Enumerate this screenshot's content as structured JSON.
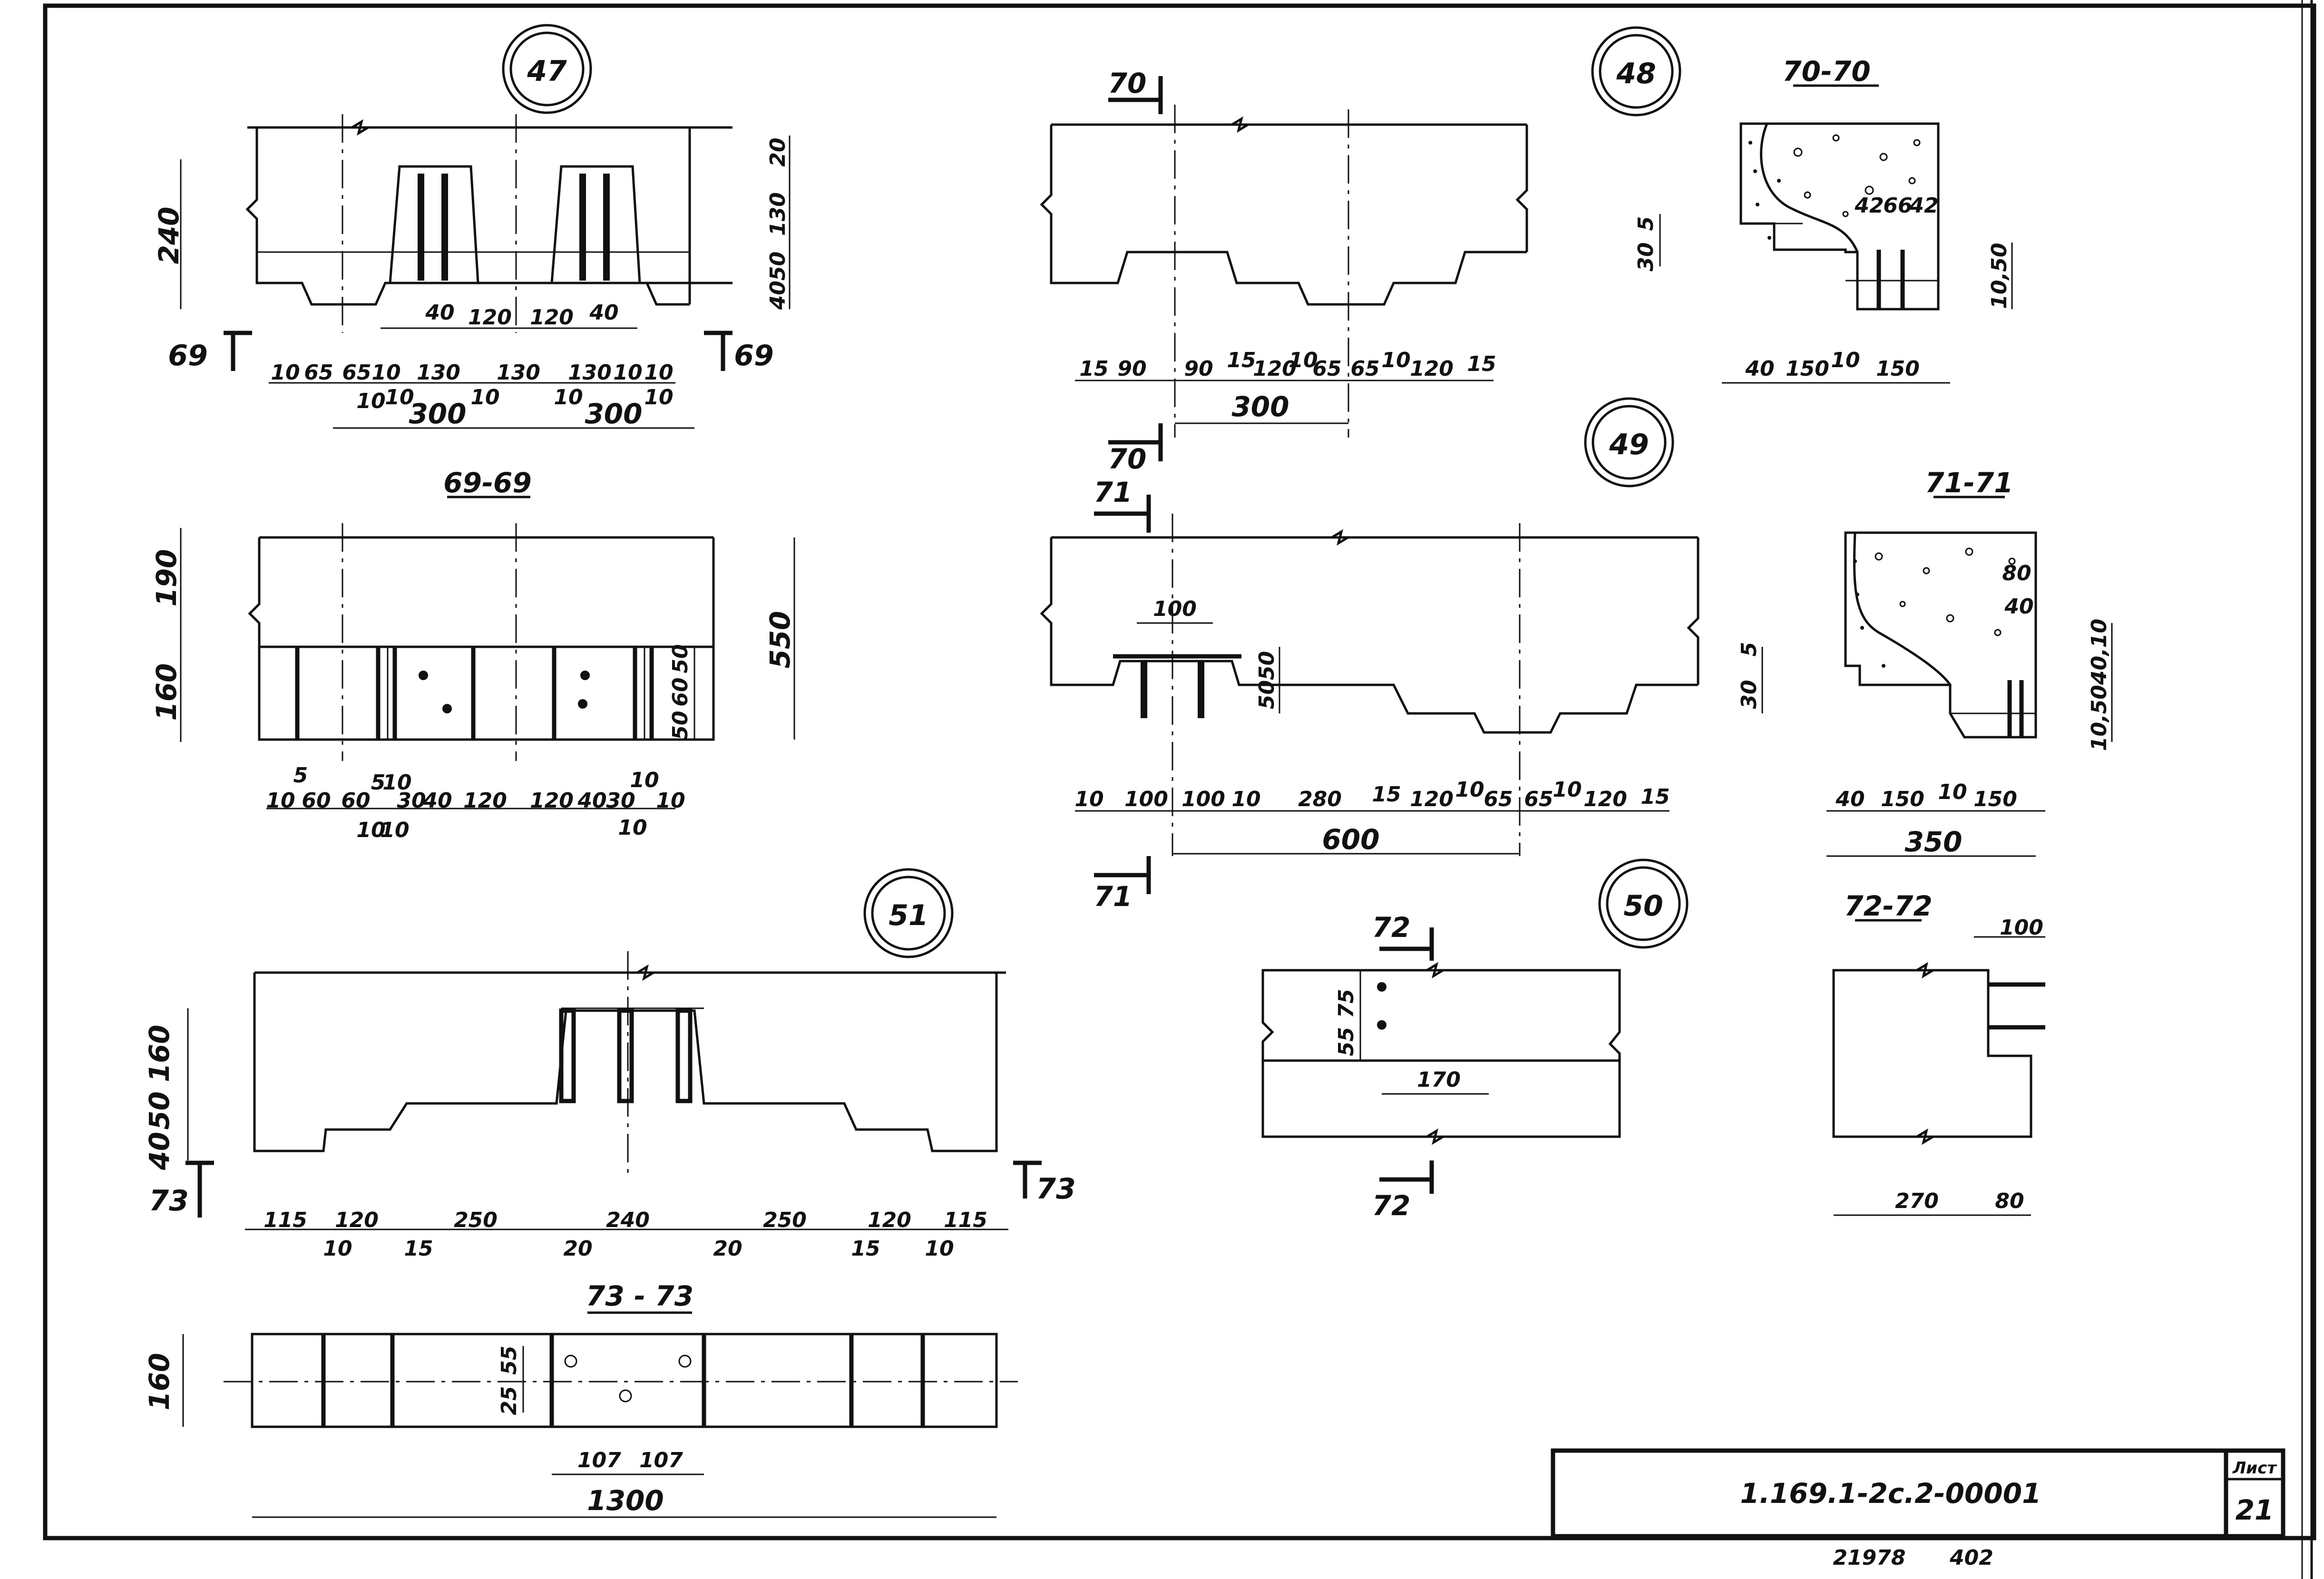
{
  "details": [
    {
      "key": "d47",
      "number": "47"
    },
    {
      "key": "d48",
      "number": "48"
    },
    {
      "key": "d49",
      "number": "49"
    },
    {
      "key": "d50",
      "number": "50"
    },
    {
      "key": "d51",
      "number": "51"
    }
  ],
  "sections": [
    {
      "key": "s69",
      "label": "69-69"
    },
    {
      "key": "s70",
      "label": "70-70"
    },
    {
      "key": "s71",
      "label": "71-71"
    },
    {
      "key": "s72",
      "label": "72-72"
    },
    {
      "key": "s73",
      "label": "73 - 73"
    }
  ],
  "section_marks": {
    "m69": "69",
    "m70": "70",
    "m71": "71",
    "m72": "72",
    "m73": "73"
  },
  "dims": {
    "d47": {
      "h240": "240",
      "v20": "20",
      "v130": "130",
      "v4050": "4050",
      "top": [
        "40",
        "120",
        "120",
        "40"
      ],
      "row1": [
        "10",
        "65",
        "65",
        "10",
        "130",
        "130",
        "130",
        "10",
        "10"
      ],
      "row2": [
        "10",
        "10",
        "10",
        "10",
        "10"
      ],
      "row3": [
        "300",
        "300"
      ]
    },
    "d48": {
      "row1": [
        "15",
        "90",
        "90",
        "15",
        "120",
        "10",
        "65",
        "65",
        "10",
        "120",
        "15"
      ],
      "span": "300"
    },
    "s70": {
      "v30": "30",
      "v5": "5",
      "top": [
        "42",
        "66",
        "42"
      ],
      "v1050": "10,50",
      "row": [
        "40",
        "150",
        "10",
        "150"
      ]
    },
    "s69": {
      "v190": "190",
      "v160": "160",
      "v550": "550",
      "v50a": "50",
      "v60": "60",
      "v50b": "50",
      "row1": [
        "10",
        "5",
        "60",
        "60",
        "5",
        "10",
        "30",
        "40",
        "120",
        "120",
        "40",
        "30",
        "10",
        "10"
      ],
      "row2": [
        "10",
        "10",
        "10"
      ]
    },
    "d49": {
      "top": "100",
      "v5050": "5050",
      "row1": [
        "10",
        "100",
        "100",
        "10",
        "280",
        "15",
        "120",
        "10",
        "65",
        "65",
        "10",
        "120",
        "15"
      ],
      "span": "600"
    },
    "s71": {
      "v80": "80",
      "v40": "40",
      "v30": "30",
      "v5": "5",
      "vright": "10,5040,10",
      "v10": "10",
      "row": [
        "40",
        "150",
        "10",
        "150"
      ],
      "span": "350"
    },
    "d51": {
      "v160": "160",
      "v50": "50",
      "v40": "40",
      "row1": [
        "115",
        "120",
        "250",
        "240",
        "250",
        "120",
        "115"
      ],
      "row2": [
        "10",
        "15",
        "20",
        "20",
        "15",
        "10"
      ]
    },
    "s73": {
      "v160": "160",
      "v55": "55",
      "v25": "25",
      "row": [
        "107",
        "107"
      ],
      "span": "1300"
    },
    "d50": {
      "v75": "75",
      "v55": "55",
      "h170": "170"
    },
    "s72": {
      "top": "100",
      "row": [
        "270",
        "80"
      ]
    }
  },
  "title_block": {
    "code": "1.169.1-2c.2-00001",
    "sheet_label": "Лист",
    "sheet_no": "21",
    "under": "21978",
    "under2": "402"
  }
}
